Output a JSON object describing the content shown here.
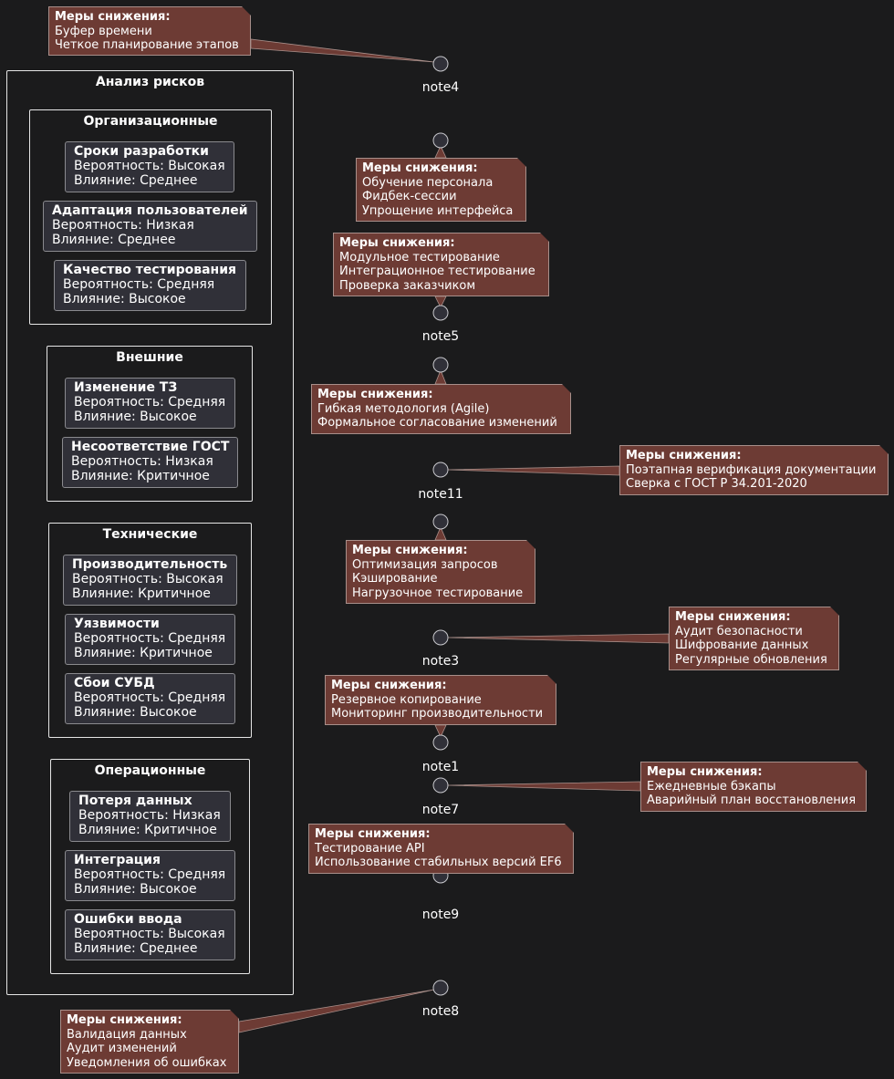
{
  "diagram": {
    "container_title": "Анализ рисков",
    "categories": [
      {
        "title": "Организационные",
        "risks": [
          {
            "name": "Сроки разработки",
            "probability": "Вероятность: Высокая",
            "impact": "Влияние: Среднее"
          },
          {
            "name": "Адаптация пользователей",
            "probability": "Вероятность: Низкая",
            "impact": "Влияние: Среднее"
          },
          {
            "name": "Качество тестирования",
            "probability": "Вероятность: Средняя",
            "impact": "Влияние: Высокое"
          }
        ]
      },
      {
        "title": "Внешние",
        "risks": [
          {
            "name": "Изменение ТЗ",
            "probability": "Вероятность: Средняя",
            "impact": "Влияние: Высокое"
          },
          {
            "name": "Несоответствие ГОСТ",
            "probability": "Вероятность: Низкая",
            "impact": "Влияние: Критичное"
          }
        ]
      },
      {
        "title": "Технические",
        "risks": [
          {
            "name": "Производительность",
            "probability": "Вероятность: Высокая",
            "impact": "Влияние: Критичное"
          },
          {
            "name": "Уязвимости",
            "probability": "Вероятность: Средняя",
            "impact": "Влияние: Критичное"
          },
          {
            "name": "Сбои СУБД",
            "probability": "Вероятность: Средняя",
            "impact": "Влияние: Высокое"
          }
        ]
      },
      {
        "title": "Операционные",
        "risks": [
          {
            "name": "Потеря данных",
            "probability": "Вероятность: Низкая",
            "impact": "Влияние: Критичное"
          },
          {
            "name": "Интеграция",
            "probability": "Вероятность: Средняя",
            "impact": "Влияние: Высокое"
          },
          {
            "name": "Ошибки ввода",
            "probability": "Вероятность: Высокая",
            "impact": "Влияние: Среднее"
          }
        ]
      }
    ],
    "interfaces": [
      "note4",
      "",
      "note5",
      "",
      "note11",
      "",
      "note3",
      "note1",
      "note7",
      "note9",
      "note8"
    ],
    "notes": [
      {
        "title": "Меры снижения:",
        "lines": [
          "Буфер времени",
          "Четкое планирование этапов"
        ]
      },
      {
        "title": "Меры снижения:",
        "lines": [
          "Обучение персонала",
          "Фидбек-сессии",
          "Упрощение интерфейса"
        ]
      },
      {
        "title": "Меры снижения:",
        "lines": [
          "Модульное тестирование",
          "Интеграционное тестирование",
          "Проверка заказчиком"
        ]
      },
      {
        "title": "Меры снижения:",
        "lines": [
          "Гибкая методология (Agile)",
          "Формальное согласование изменений"
        ]
      },
      {
        "title": "Меры снижения:",
        "lines": [
          "Поэтапная верификация документации",
          "Сверка с ГОСТ Р 34.201-2020"
        ]
      },
      {
        "title": "Меры снижения:",
        "lines": [
          "Оптимизация запросов",
          "Кэширование",
          "Нагрузочное тестирование"
        ]
      },
      {
        "title": "Меры снижения:",
        "lines": [
          "Аудит безопасности",
          "Шифрование данных",
          "Регулярные обновления"
        ]
      },
      {
        "title": "Меры снижения:",
        "lines": [
          "Резервное копирование",
          "Мониторинг производительности"
        ]
      },
      {
        "title": "Меры снижения:",
        "lines": [
          "Ежедневные бэкапы",
          "Аварийный план восстановления"
        ]
      },
      {
        "title": "Меры снижения:",
        "lines": [
          "Тестирование API",
          "Использование стабильных версий EF6"
        ]
      },
      {
        "title": "Меры снижения:",
        "lines": [
          "Валидация данных",
          "Аудит изменений",
          "Уведомления об ошибках"
        ]
      }
    ],
    "colors": {
      "background": "#1b1b1c",
      "note_fill": "#6d3b34",
      "card_fill": "#303038",
      "border": "#e6e6e6",
      "text": "#ffffff"
    }
  }
}
